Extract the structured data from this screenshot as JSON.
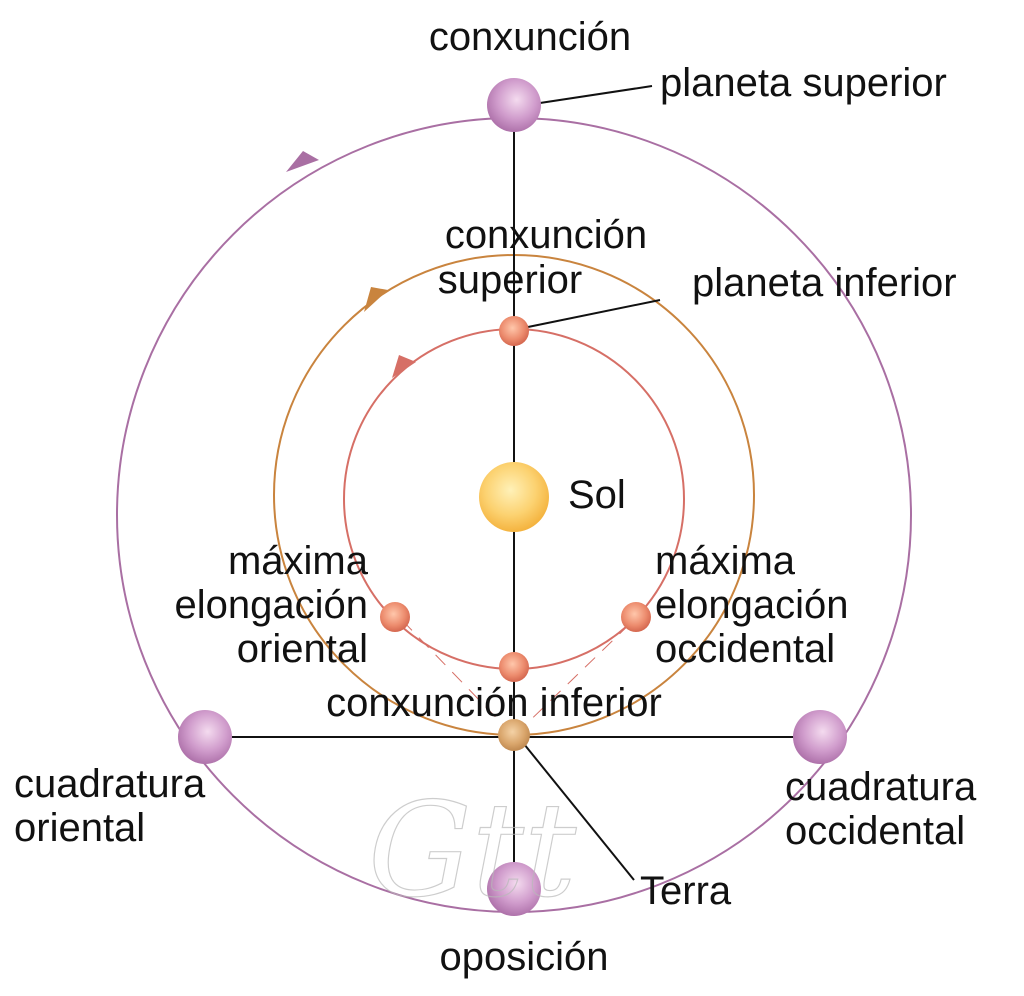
{
  "colors": {
    "outer_orbit": "#a96fa3",
    "earth_orbit": "#c9843e",
    "inner_orbit": "#d66f66",
    "axis_line": "#111111",
    "sun": "#fbc760",
    "superior_planet": "#c88bc4",
    "inferior_planet": "#e8876c",
    "earth": "#d9a870"
  },
  "labels": {
    "conjunction": "conxunción",
    "superior_planet": "planeta superior",
    "superior_conjunction_line1": "conxunción",
    "superior_conjunction_line2": "superior",
    "inferior_planet": "planeta inferior",
    "sun": "Sol",
    "eastern_elongation_line1": "máxima",
    "eastern_elongation_line2": "elongación",
    "eastern_elongation_line3": "oriental",
    "western_elongation_line1": "máxima",
    "western_elongation_line2": "elongación",
    "western_elongation_line3": "occidental",
    "inferior_conjunction": "conxunción inferior",
    "eastern_quadrature_line1": "cuadratura",
    "eastern_quadrature_line2": "oriental",
    "western_quadrature_line1": "cuadratura",
    "western_quadrature_line2": "occidental",
    "earth": "Terra",
    "opposition": "oposición"
  },
  "watermark": {
    "text": "Gtt",
    "icon": "signature-watermark"
  }
}
